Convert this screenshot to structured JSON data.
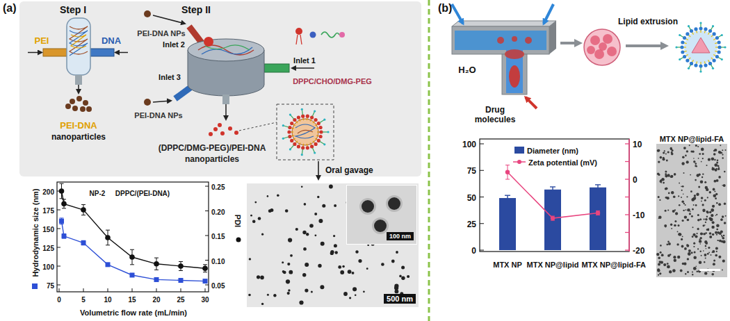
{
  "diagram": {
    "nodes": [
      {
        "text": [
          "500 nm"
        ]
      },
      {
        "text": [
          "100 nm"
        ],
        "in": 0
      },
      {
        "text": [
          "MTX NP@lipid-FA"
        ]
      }
    ],
    "labels": [
      "(a)",
      "Step I",
      "Step II",
      "PEI",
      "DNA",
      "PEI-DNA",
      "nanoparticles",
      "PEI-DNA NPs",
      "Inlet 2",
      "Inlet 1",
      "DPPC/CHO/DMG-PEG",
      "Inlet 3",
      "PEI-DNA NPs",
      "(DPPC/DMG-PEG)/PEI-DNA",
      "nanoparticles",
      "Oral gavage",
      "NP-2",
      "DPPC/(PEI-DNA)",
      "Hydrodynamic size (nm)",
      "PDI",
      "Volumetric flow rate (mL/min)",
      "75",
      "100",
      "125",
      "150",
      "175",
      "200",
      "0.05",
      "0.10",
      "0.15",
      "0.20",
      "0.25",
      "0",
      "5",
      "10",
      "15",
      "20",
      "25",
      "30",
      "(b)",
      "H₂O",
      "Drug molecules",
      "Lipid extrusion",
      "0",
      "25",
      "50",
      "75",
      "100",
      "10",
      "0",
      "-10",
      "-20",
      "MTX NP",
      "MTX NP@lipid",
      "MTX NP@lipid-FA"
    ],
    "legend": [
      {
        "text": "Diameter (nm)",
        "color": "#2b4aa0"
      },
      {
        "text": "Zeta potential (mV)"
      }
    ]
  }
}
